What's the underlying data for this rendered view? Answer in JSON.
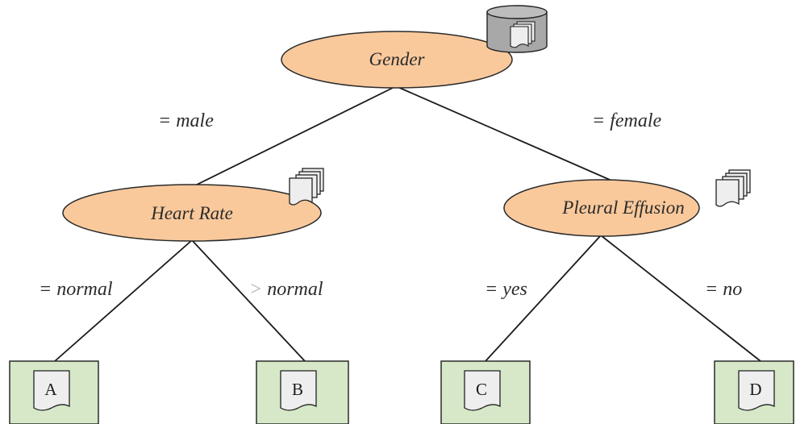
{
  "colors": {
    "decision_node_fill": "#f9c99c",
    "leaf_fill": "#d6e8c8",
    "line": "#1a1a1a",
    "database_fill": "#a8a8a8",
    "document_fill": "#eeeeee",
    "faded_symbol": "#b0b0b0"
  },
  "nodes": {
    "root": {
      "label": "Gender",
      "icon": "database-icon"
    },
    "left": {
      "label": "Heart Rate",
      "icon": "document-stack-icon"
    },
    "right": {
      "label": "Pleural Effusion",
      "icon": "document-stack-icon"
    }
  },
  "edges": {
    "male": {
      "op": "=",
      "value": "male"
    },
    "female": {
      "op": "=",
      "value": "female"
    },
    "normal_eq": {
      "op": "=",
      "value": "normal"
    },
    "normal_gt": {
      "op": ">",
      "value": "normal"
    },
    "yes": {
      "op": "=",
      "value": "yes"
    },
    "no": {
      "op": "=",
      "value": "no"
    }
  },
  "leaves": {
    "a": {
      "label": "A",
      "icon": "document-icon"
    },
    "b": {
      "label": "B",
      "icon": "document-icon"
    },
    "c": {
      "label": "C",
      "icon": "document-icon"
    },
    "d": {
      "label": "D",
      "icon": "document-icon"
    }
  }
}
